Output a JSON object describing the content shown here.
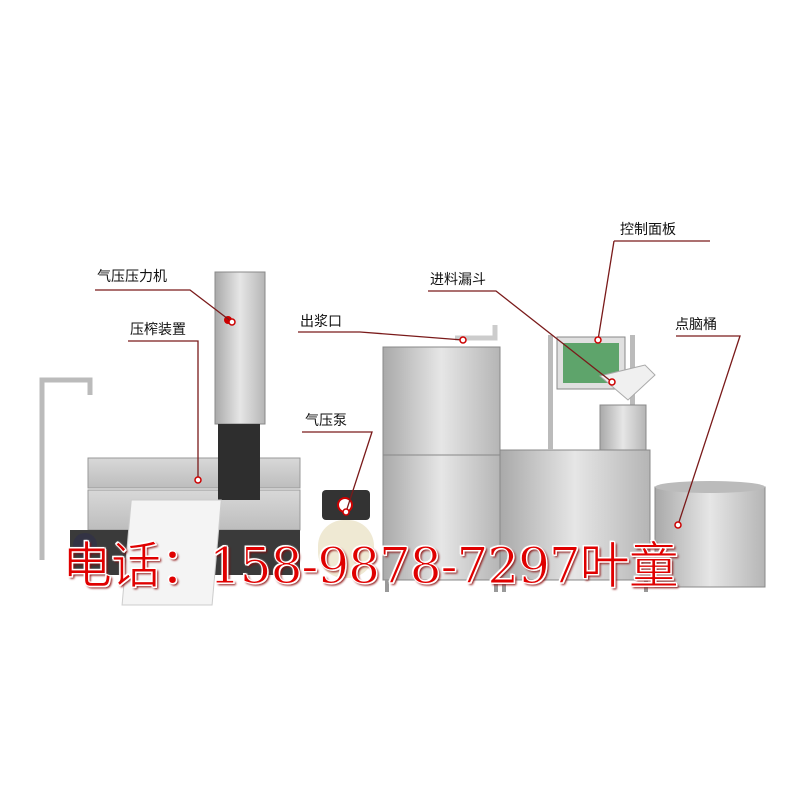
{
  "labels": {
    "air_press": "气压压力机",
    "press_device": "压榨装置",
    "slurry_outlet": "出浆口",
    "air_pump": "气压泵",
    "feed_hopper": "进料漏斗",
    "control_panel": "控制面板",
    "curd_bucket": "点脑桶"
  },
  "contact": {
    "phone_line": "电话：158-9878-7297叶童"
  },
  "colors": {
    "leader_line": "#7a1a1a",
    "phone_text": "#e00000",
    "steel": "#c9c9c9"
  }
}
